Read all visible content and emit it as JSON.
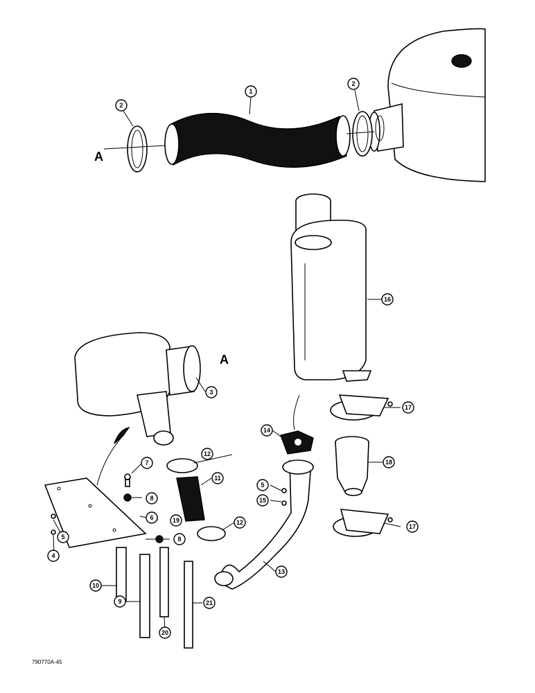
{
  "diagram": {
    "figure_id": "790770A-45",
    "letter_markers": [
      "A",
      "A"
    ],
    "callouts": [
      "1",
      "2",
      "2",
      "3",
      "4",
      "5",
      "5",
      "6",
      "7",
      "8",
      "8",
      "9",
      "10",
      "11",
      "12",
      "12",
      "13",
      "14",
      "15",
      "16",
      "17",
      "17",
      "18",
      "19",
      "20",
      "21"
    ]
  },
  "colors": {
    "ink": "#000000",
    "paper": "#ffffff"
  }
}
